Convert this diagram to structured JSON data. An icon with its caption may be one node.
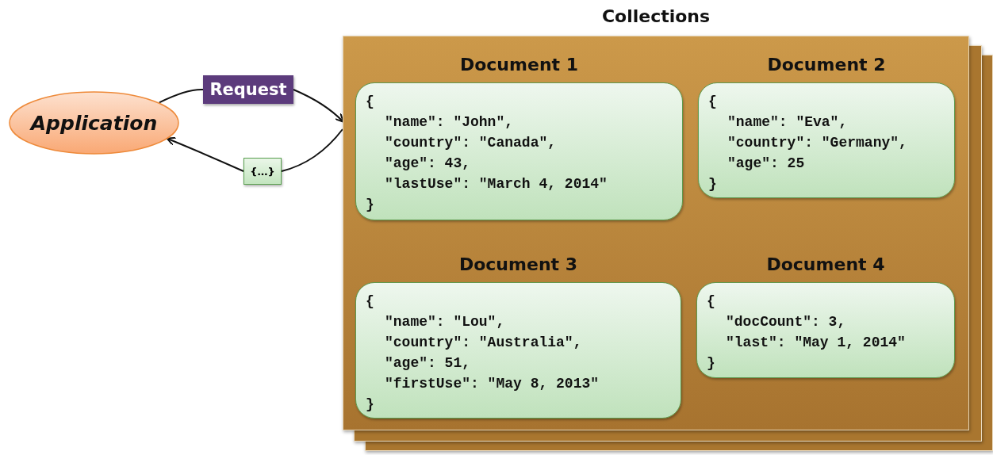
{
  "diagram": {
    "nodes": [
      {
        "text": [
          "Application"
        ]
      },
      {
        "text": [
          "Request"
        ]
      },
      {
        "text": [
          "{…}"
        ]
      },
      {
        "text": [
          "Collections"
        ]
      },
      {
        "text": [
          "Document 1",
          "{",
          "\"name\": \"John\",",
          "\"country\": \"Canada\",",
          "\"age\": 43,",
          "\"lastUse\": \"March 4, 2014\"",
          "}"
        ],
        "in": 3
      },
      {
        "text": [
          "Document 2",
          "{",
          "\"name\": \"Eva\",",
          "\"country\": \"Germany\",",
          "\"age\": 25",
          "}"
        ],
        "in": 3
      },
      {
        "text": [
          "Document 3",
          "{",
          "\"name\": \"Lou\",",
          "\"country\": \"Australia\",",
          "\"age\": 51,",
          "\"firstUse\": \"May 8, 2013\"",
          "}"
        ],
        "in": 3
      },
      {
        "text": [
          "Document 4",
          "{",
          "\"docCount\": 3,",
          "\"last\": \"May 1, 2014\"",
          "}"
        ],
        "in": 3
      }
    ],
    "edges": [
      {
        "from": 0,
        "to": 1,
        "arrow": "none"
      },
      {
        "from": 1,
        "to": 3,
        "arrow": "to"
      },
      {
        "from": 3,
        "to": 2,
        "arrow": "none"
      },
      {
        "from": 2,
        "to": 0,
        "arrow": "to"
      }
    ]
  }
}
